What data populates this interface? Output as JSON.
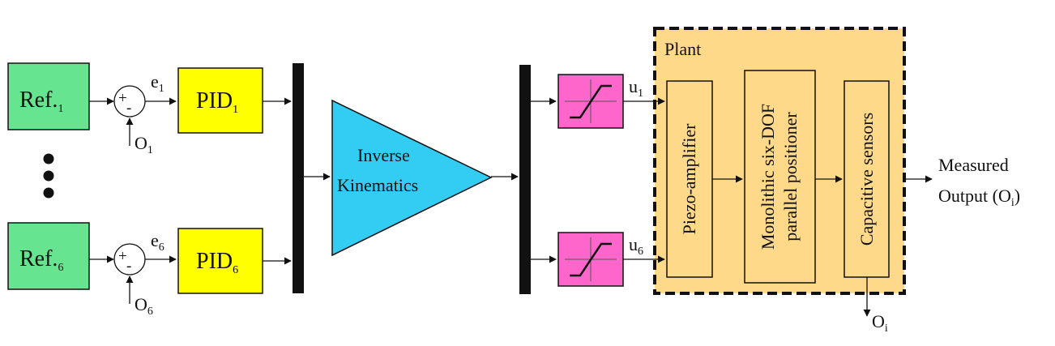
{
  "refs": [
    {
      "base": "Ref.",
      "sub": "1"
    },
    {
      "base": "Ref.",
      "sub": "6"
    }
  ],
  "sums": [
    {
      "plus": "+",
      "minus": "-"
    },
    {
      "plus": "+",
      "minus": "-"
    }
  ],
  "errors": [
    {
      "base": "e",
      "sub": "1"
    },
    {
      "base": "e",
      "sub": "6"
    }
  ],
  "feedback": [
    {
      "base": "O",
      "sub": "1"
    },
    {
      "base": "O",
      "sub": "6"
    }
  ],
  "pids": [
    {
      "base": "PID",
      "sub": "1"
    },
    {
      "base": "PID",
      "sub": "6"
    }
  ],
  "inverse_kinematics": {
    "line1": "Inverse",
    "line2": "Kinematics"
  },
  "controls": [
    {
      "base": "u",
      "sub": "1"
    },
    {
      "base": "u",
      "sub": "6"
    }
  ],
  "plant": {
    "title": "Plant",
    "amplifier": "Piezo-amplifier",
    "positioner_line1": "Monolithic six-DOF",
    "positioner_line2": "parallel positioner",
    "sensors": "Capacitive sensors"
  },
  "output": {
    "line1": "Measured",
    "line2_base": "Output (O",
    "line2_sub": "i",
    "line2_end": ")",
    "tap_base": "O",
    "tap_sub": "i"
  },
  "colors": {
    "ref_fill": "#66e48f",
    "pid_fill": "#ffff00",
    "ik_fill": "#33ccf2",
    "sat_fill": "#ff66cc",
    "plant_fill": "#ffd98a"
  }
}
